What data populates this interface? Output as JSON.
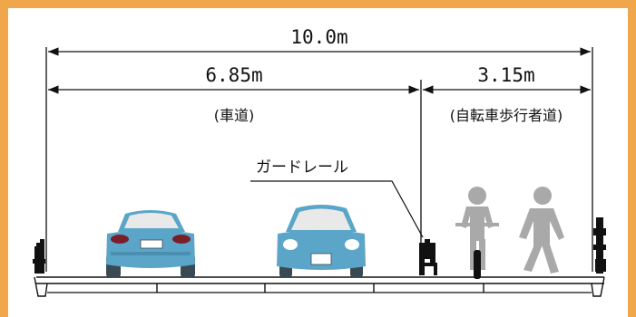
{
  "dimensions": {
    "total": "10.0m",
    "roadway": "6.85m",
    "sidewalk": "3.15m"
  },
  "labels": {
    "roadway": "(車道)",
    "sidewalk": "(自転車歩行者道)",
    "guardrail": "ガードレール"
  },
  "colors": {
    "frame": "#F0A64A",
    "car": "#5BA6C8",
    "person": "#A9A9A9",
    "line": "#111111"
  },
  "icons": [
    "car-rear-icon",
    "car-front-icon",
    "cyclist-icon",
    "pedestrian-icon",
    "guardrail-icon",
    "street-lamp-icon"
  ]
}
